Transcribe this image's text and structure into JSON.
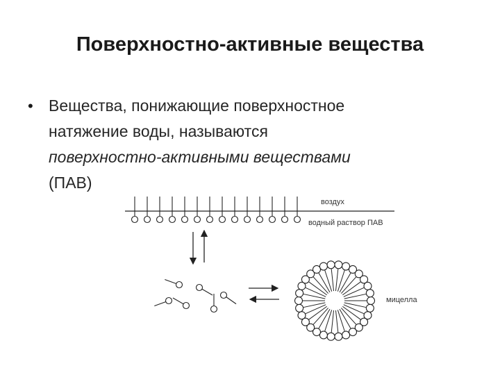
{
  "title": "Поверхностно-активные вещества",
  "bullet": {
    "marker": "•",
    "line1": "Вещества, понижающие поверхностное",
    "line2": "натяжение воды, называются",
    "line3_italic": "поверхностно-активными веществами",
    "line4": "(ПАВ)"
  },
  "diagram": {
    "label_air": "воздух",
    "label_solution": "водный раствор ПАВ",
    "label_micelle": "мицелла"
  }
}
